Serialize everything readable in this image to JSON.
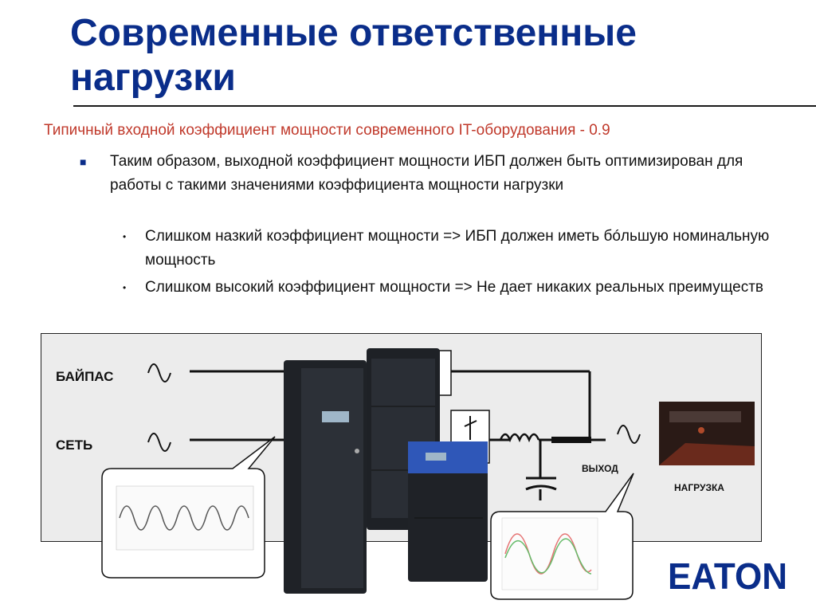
{
  "title": "Современные ответственные нагрузки",
  "subtitle": "Типичный входной коэффициент мощности современного IT-оборудования - 0.9",
  "bullets": {
    "main": "Таким образом, выходной коэффициент мощности ИБП должен быть оптимизирован для работы с такими значениями коэффициента мощности нагрузки",
    "sub1": "Слишком назкий коэффициент мощности => ИБП должен иметь бóльшую номинальную мощность",
    "sub2": "Слишком высокий коэффициент мощности => Не дает никаких реальных преимуществ"
  },
  "diagram": {
    "bypass_label": "БАЙПАС",
    "mains_label": "СЕТЬ",
    "output_label": "ВЫХОД",
    "load_label": "НАГРУЗКА"
  },
  "logo": {
    "text": "EATON",
    "color": "#0a2d8a"
  },
  "colors": {
    "title": "#0a2d8a",
    "subtitle": "#c0392b"
  },
  "icons": [
    "ac-sine-icon",
    "ups-cabinet-icon",
    "inductor-icon",
    "capacitor-icon",
    "switch-icon",
    "waveform-chart-icon",
    "load-room-photo-icon"
  ]
}
